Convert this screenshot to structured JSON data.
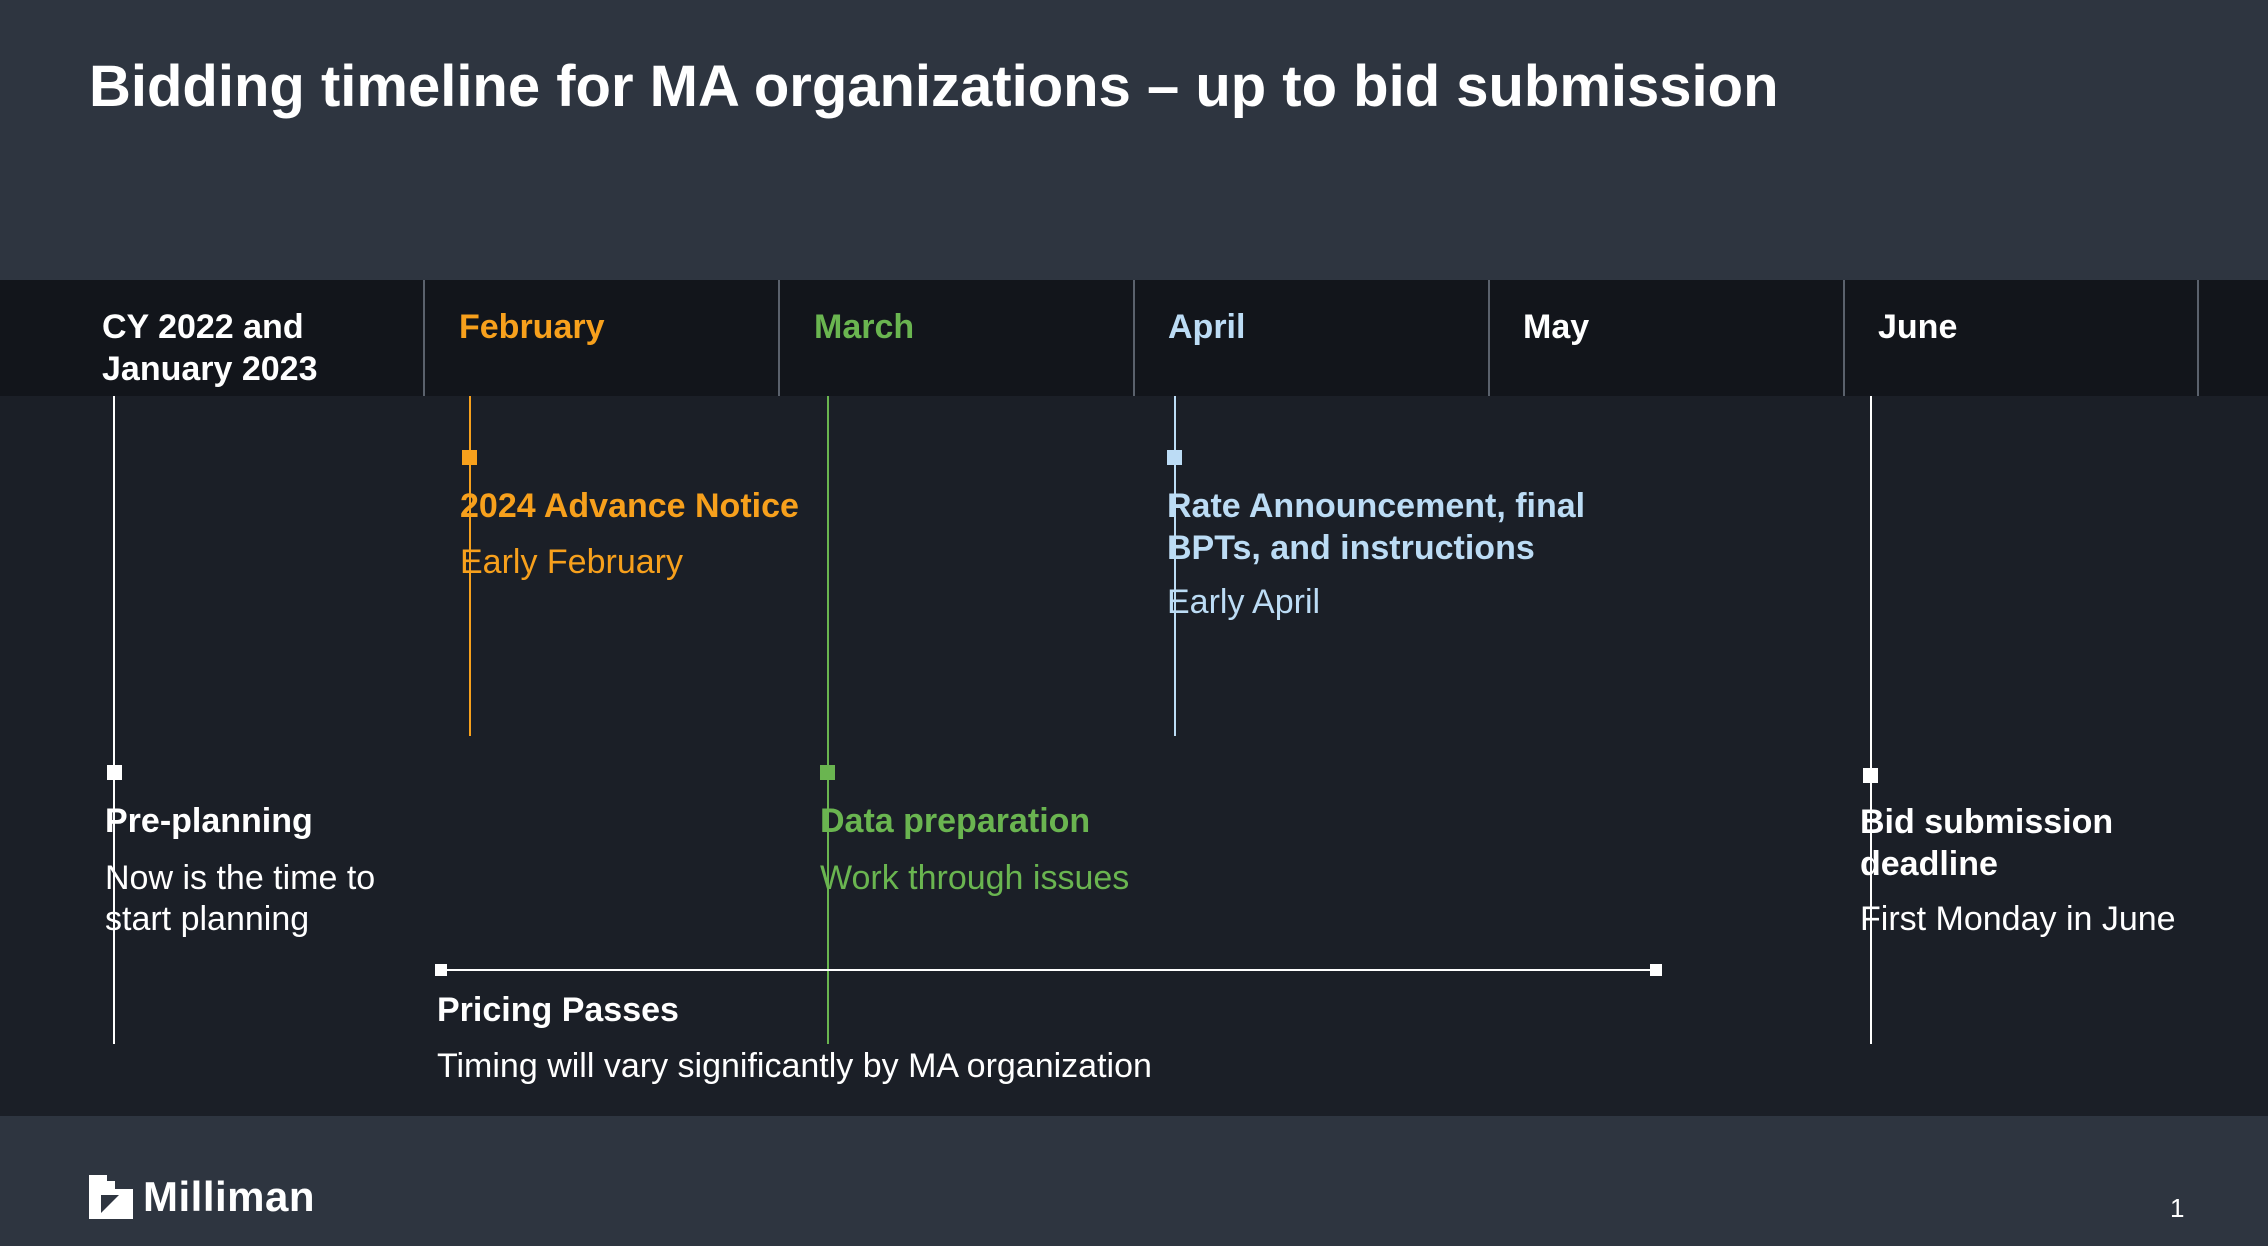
{
  "title": "Bidding timeline for MA organizations – up to bid submission",
  "colors": {
    "background": "#2e3540",
    "panel": "#1b1f27",
    "month_bar": "#12151b",
    "white": "#ffffff",
    "orange": "#f7a01c",
    "green": "#6ab550",
    "light_blue": "#bcdcf5"
  },
  "months": [
    {
      "label": "CY 2022 and January 2023",
      "color": "#ffffff"
    },
    {
      "label": "February",
      "color": "#f7a01c"
    },
    {
      "label": "March",
      "color": "#6ab550"
    },
    {
      "label": "April",
      "color": "#bcdcf5"
    },
    {
      "label": "May",
      "color": "#ffffff"
    },
    {
      "label": "June",
      "color": "#ffffff"
    }
  ],
  "events": {
    "preplanning": {
      "title": "Pre-planning",
      "sub": "Now is the time to start planning"
    },
    "advance_notice": {
      "title": "2024 Advance Notice",
      "sub": "Early February"
    },
    "data_prep": {
      "title": "Data preparation",
      "sub": "Work through issues"
    },
    "rate_announcement": {
      "title": "Rate Announcement, final BPTs, and instructions",
      "sub": "Early April"
    },
    "bid_deadline": {
      "title": "Bid submission deadline",
      "sub": "First Monday in June"
    },
    "pricing_passes": {
      "title": "Pricing Passes",
      "sub": "Timing will vary significantly by MA organization"
    }
  },
  "footer": {
    "logo_text": "Milliman",
    "logo_icon": "milliman-logo-icon",
    "page_number": "1"
  }
}
